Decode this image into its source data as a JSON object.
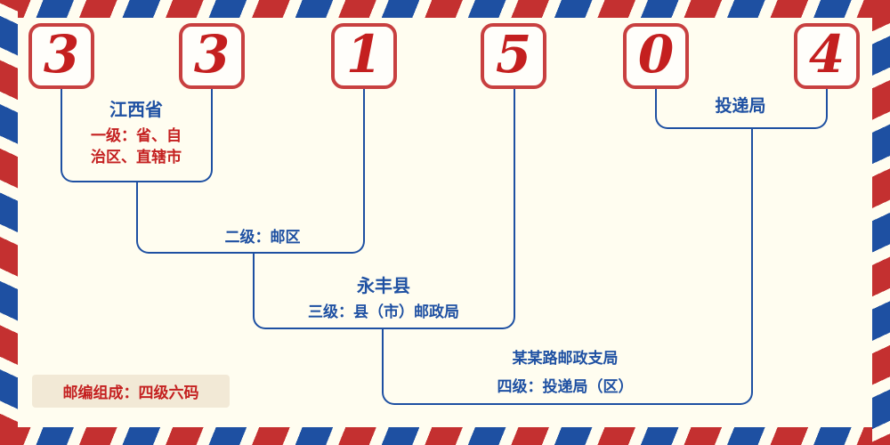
{
  "postal": {
    "digits": [
      "3",
      "3",
      "1",
      "5",
      "0",
      "4"
    ]
  },
  "annotations": {
    "level1": {
      "region": "江西省",
      "desc_line1": "一级：省、自",
      "desc_line2": "治区、直辖市"
    },
    "level2": {
      "desc": "二级：邮区"
    },
    "level3": {
      "region": "永丰县",
      "desc": "三级：县（市）邮政局"
    },
    "level4": {
      "office": "投递局",
      "branch": "某某路邮政支局",
      "desc": "四级：投递局（区）"
    }
  },
  "footer": {
    "composition": "邮编组成：四级六码"
  },
  "colors": {
    "digit_red": "#c41f1f",
    "line_blue": "#1e50a2",
    "desc_red": "#c42020",
    "stripe_red": "#c43030",
    "stripe_blue": "#1e50a2",
    "background": "#fffdf0",
    "footer_box": "#f2e9d6"
  }
}
